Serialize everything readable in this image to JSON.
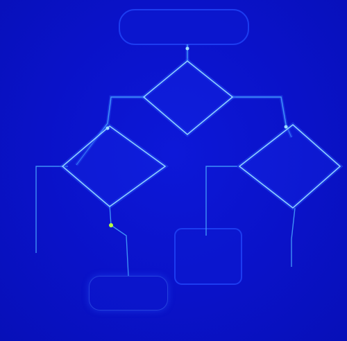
{
  "diagram": {
    "start": {
      "text": ""
    },
    "decisions": [
      {
        "id": "d1",
        "text": ""
      },
      {
        "id": "d2",
        "text": ""
      },
      {
        "id": "d3",
        "text": ""
      }
    ],
    "edge_labels": [
      {
        "id": "e1",
        "text": ""
      },
      {
        "id": "e2",
        "text": ""
      },
      {
        "id": "e3",
        "text": ""
      },
      {
        "id": "e4",
        "text": ""
      },
      {
        "id": "e5",
        "text": ""
      },
      {
        "id": "e6",
        "text": ""
      }
    ],
    "outcomes": [
      {
        "id": "o1",
        "text": ""
      },
      {
        "id": "o2",
        "text": ""
      },
      {
        "id": "o3",
        "text": ""
      },
      {
        "id": "o4",
        "text": ""
      }
    ]
  },
  "colors": {
    "background": "#0a12c8",
    "line": "#4aa8ff",
    "heat_high": "#ff7a1a",
    "heat_mid": "#ffe23a",
    "heat_low": "#3ef2ff"
  }
}
